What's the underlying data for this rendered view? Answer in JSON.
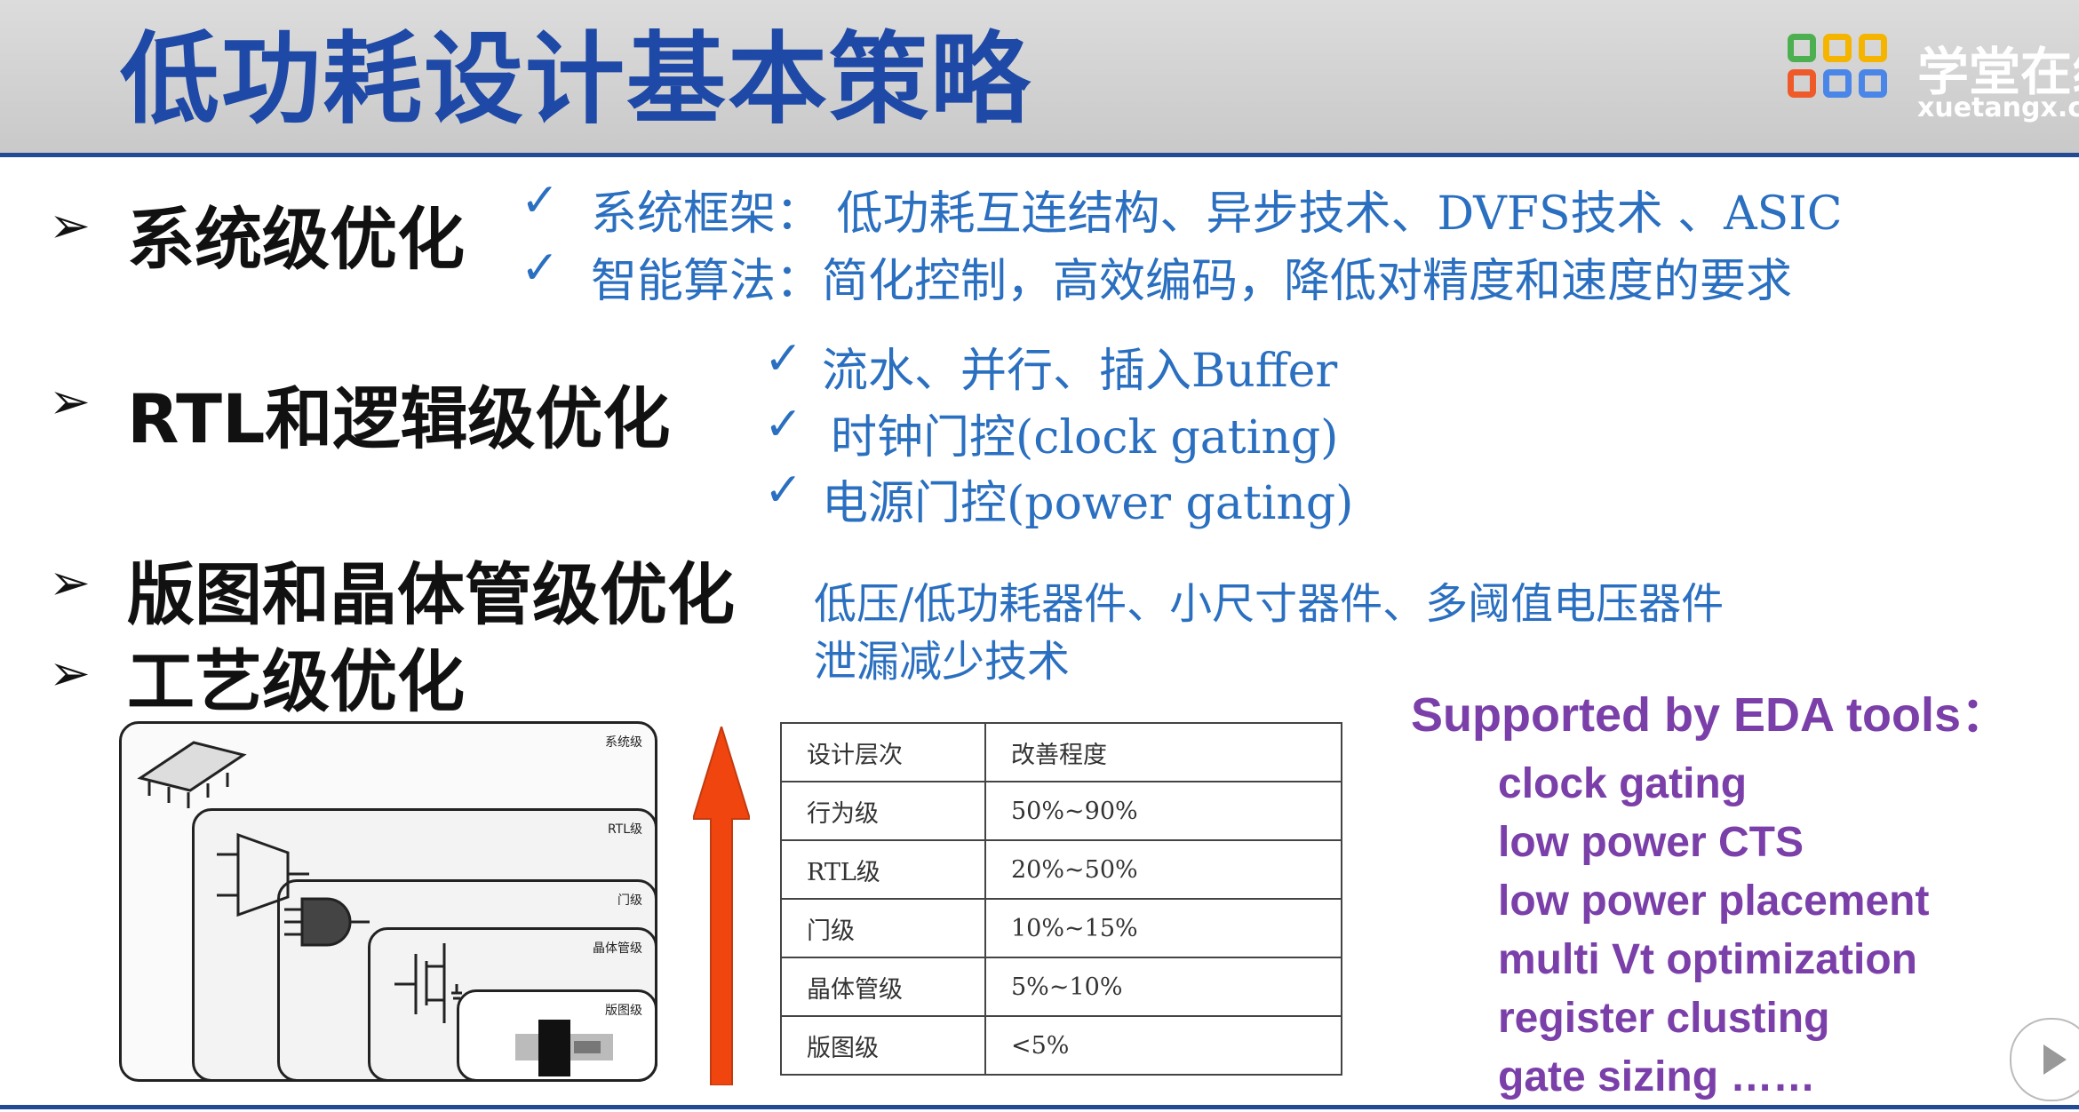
{
  "title": "低功耗设计基本策略",
  "logo": {
    "cn": "学堂在线",
    "en": "xuetangx.com"
  },
  "sections": [
    {
      "heading": "系统级优化",
      "items": [
        "系统框架：  低功耗互连结构、异步技术、DVFS技术 、ASIC",
        "智能算法：简化控制，高效编码，降低对精度和速度的要求"
      ]
    },
    {
      "heading": "RTL和逻辑级优化",
      "items": [
        "流水、并行、插入Buffer",
        "时钟门控(clock gating)",
        "电源门控(power gating)"
      ]
    },
    {
      "heading": "版图和晶体管级优化",
      "lines": [
        "低压/低功耗器件、小尺寸器件、多阈值电压器件",
        "泄漏减少技术"
      ]
    },
    {
      "heading": "工艺级优化"
    }
  ],
  "diagram_labels": [
    "系统级",
    "RTL级",
    "门级",
    "晶体管级",
    "版图级"
  ],
  "table": {
    "headers": [
      "设计层次",
      "改善程度"
    ],
    "rows": [
      [
        "行为级",
        "50%~90%"
      ],
      [
        "RTL级",
        "20%~50%"
      ],
      [
        "门级",
        "10%~15%"
      ],
      [
        "晶体管级",
        "5%~10%"
      ],
      [
        "版图级",
        "<5%"
      ]
    ]
  },
  "eda": {
    "title": "Supported by EDA tools：",
    "items": [
      "clock gating",
      "low power CTS",
      "low power placement",
      "multi Vt optimization",
      "register clusting",
      "gate sizing ……"
    ]
  },
  "colors": {
    "title_blue": "#1f49a6",
    "item_blue": "#2a6fc0",
    "eda_purple": "#7b3fa9",
    "arrow": "#f0450f"
  }
}
